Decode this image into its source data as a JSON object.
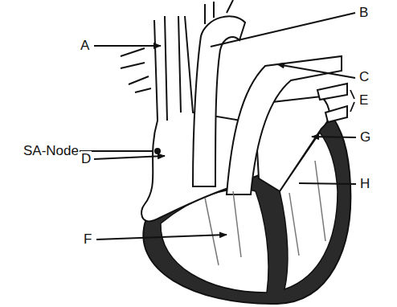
{
  "diagram": {
    "labels": [
      "A",
      "B",
      "C",
      "SA-Node",
      "D",
      "E",
      "F",
      "G",
      "H"
    ]
  }
}
